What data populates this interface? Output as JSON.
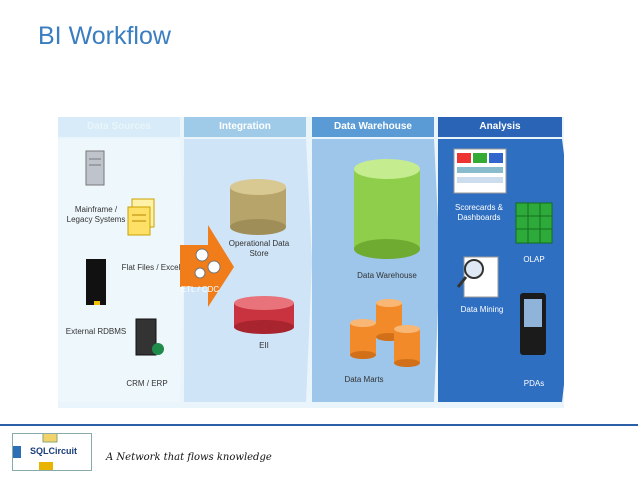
{
  "title": "BI Workflow",
  "columns": [
    {
      "header": "Data Sources"
    },
    {
      "header": "Integration"
    },
    {
      "header": "Data Warehouse"
    },
    {
      "header": "Analysis"
    }
  ],
  "sources": {
    "mainframe": "Mainframe / Legacy Systems",
    "flat_files": "Flat Files / Excel",
    "external_rdbms": "External RDBMS",
    "crm": "CRM / ERP"
  },
  "integration": {
    "etl": "ETL / CDC",
    "ods": "Operational Data Store",
    "eii": "EII"
  },
  "warehouse": {
    "dw": "Data Warehouse",
    "marts": "Data Marts"
  },
  "analysis": {
    "scorecards": "Scorecards & Dashboards",
    "olap": "OLAP",
    "mining": "Data Mining",
    "pdas": "PDAs"
  },
  "footer": {
    "brand": "SQLCircuit",
    "tagline": "A Network that flows knowledge"
  }
}
